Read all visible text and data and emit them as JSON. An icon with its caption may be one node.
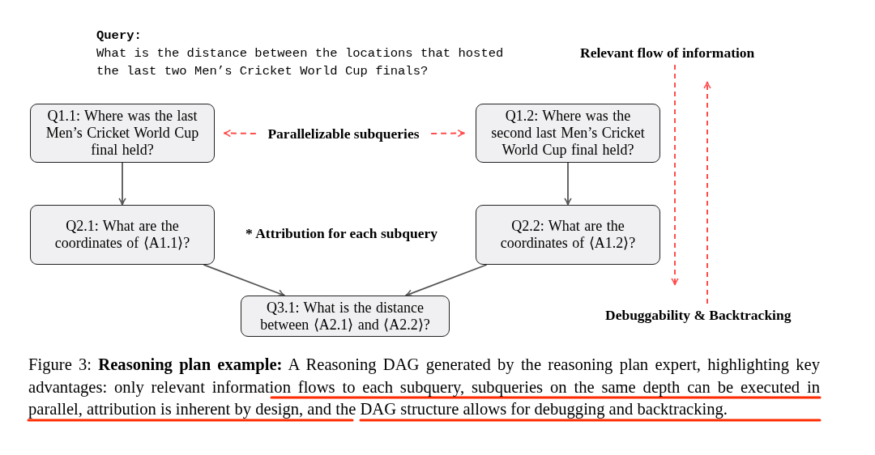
{
  "diagram": {
    "caption": "Figure 3: **Reasoning plan example:** A Reasoning DAG generated by the reasoning plan expert, highlighting key advantages: only relevant information flows to each subquery, subqueries on the same depth can be executed in parallel, attribution is inherent by design, and the DAG structure allows for debugging and backtracking.",
    "nodes": [
      {
        "text": [
          "Q1.1: Where was the last Men’s Cricket World Cup final held?"
        ]
      },
      {
        "text": [
          "Q1.2: Where was the second last Men’s Cricket World Cup final held?"
        ]
      },
      {
        "text": [
          "Q2.1: What are the coordinates of ⟨A1.1⟩?"
        ]
      },
      {
        "text": [
          "Q2.2: What are the coordinates of ⟨A1.2⟩?"
        ]
      },
      {
        "text": [
          "Q3.1: What is the distance between ⟨A2.1⟩ and ⟨A2.2⟩?"
        ]
      },
      {
        "text": [
          "Parallelizable subqueries"
        ]
      }
    ],
    "edges": [
      {
        "from": 0,
        "to": 2,
        "arrow": "to"
      },
      {
        "from": 1,
        "to": 3,
        "arrow": "to"
      },
      {
        "from": 2,
        "to": 4,
        "arrow": "to"
      },
      {
        "from": 3,
        "to": 4,
        "arrow": "to"
      },
      {
        "from": 5,
        "to": 0,
        "arrow": "to",
        "style": "dashed",
        "color": "#ff4d4d"
      },
      {
        "from": 5,
        "to": 1,
        "arrow": "to",
        "style": "dashed",
        "color": "#ff4d4d"
      }
    ],
    "labels": [
      "Query:",
      "What is the distance between the locations that hosted the last two Men’s Cricket World Cup finals?",
      "Relevant flow of information",
      "* Attribution for each subquery",
      "Debuggability & Backtracking"
    ]
  }
}
